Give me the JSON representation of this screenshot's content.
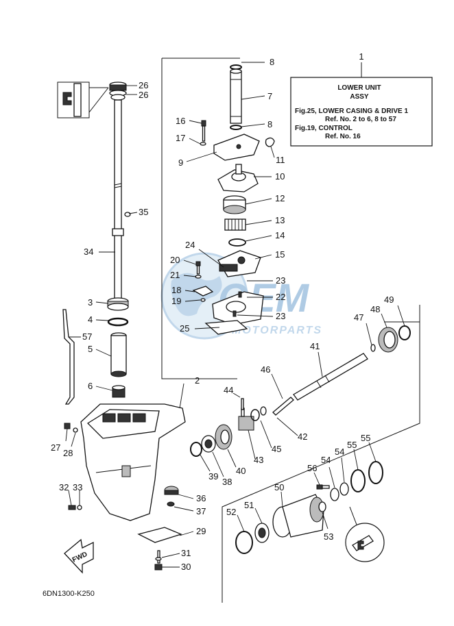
{
  "info_box": {
    "number": "1",
    "title": "LOWER UNIT",
    "subtitle": "ASSY",
    "line1": "Fig.25, LOWER CASING & DRIVE 1",
    "line2": "Ref. No. 2 to 6, 8 to 57",
    "line3": "Fig.19, CONTROL",
    "line4": "Ref. No. 16"
  },
  "callouts": {
    "c2": "2",
    "c3": "3",
    "c4": "4",
    "c5": "5",
    "c6": "6",
    "c7": "7",
    "c8a": "8",
    "c8b": "8",
    "c9": "9",
    "c10": "10",
    "c11": "11",
    "c12": "12",
    "c13": "13",
    "c14": "14",
    "c15": "15",
    "c16": "16",
    "c17": "17",
    "c18": "18",
    "c19": "19",
    "c20": "20",
    "c21": "21",
    "c22": "22",
    "c23a": "23",
    "c23b": "23",
    "c24": "24",
    "c25": "25",
    "c26a": "26",
    "c26b": "26",
    "c27": "27",
    "c28": "28",
    "c29": "29",
    "c30": "30",
    "c31": "31",
    "c32": "32",
    "c33": "33",
    "c34": "34",
    "c35": "35",
    "c36": "36",
    "c37": "37",
    "c38": "38",
    "c39": "39",
    "c40": "40",
    "c41": "41",
    "c42": "42",
    "c43": "43",
    "c44": "44",
    "c45": "45",
    "c46": "46",
    "c47": "47",
    "c48": "48",
    "c49": "49",
    "c50": "50",
    "c51": "51",
    "c52": "52",
    "c53": "53",
    "c54a": "54",
    "c54b": "54",
    "c55a": "55",
    "c55b": "55",
    "c56": "56",
    "c57": "57"
  },
  "fwd_label": "FWD",
  "drawing_code": "6DN1300-K250",
  "watermark": {
    "brand": "OEM",
    "tagline": "MOTORPARTS"
  },
  "colors": {
    "line": "#111111",
    "watermark_blue": "#8fb8dc",
    "background": "#ffffff"
  }
}
